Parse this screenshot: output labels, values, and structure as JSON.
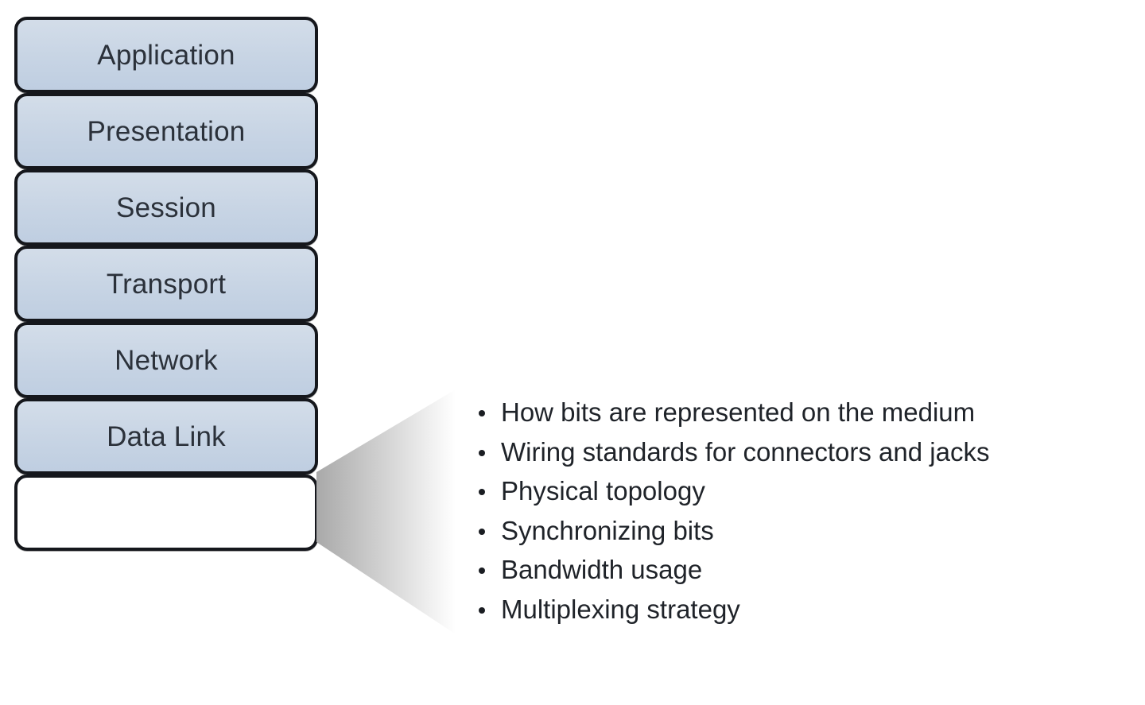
{
  "diagram": {
    "title": "OSI model layer stack with Physical layer callout",
    "colors": {
      "layer_fill": "#c7d4e4",
      "layer_border": "#15171c",
      "empty_layer_fill": "#ffffff",
      "text": "#2b313a",
      "wedge_dark": "#b0b0b0",
      "wedge_light": "#ffffff",
      "background": "#ffffff"
    },
    "stack": {
      "layers": [
        {
          "label": "Application",
          "filled": true
        },
        {
          "label": "Presentation",
          "filled": true
        },
        {
          "label": "Session",
          "filled": true
        },
        {
          "label": "Transport",
          "filled": true
        },
        {
          "label": "Network",
          "filled": true
        },
        {
          "label": "Data Link",
          "filled": true
        },
        {
          "label": "",
          "filled": false
        }
      ]
    },
    "callout": {
      "shape": "gradient-wedge",
      "bullets": [
        "How bits are represented on the medium",
        "Wiring standards for connectors and jacks",
        "Physical topology",
        "Synchronizing bits",
        "Bandwidth usage",
        "Multiplexing strategy"
      ]
    }
  }
}
